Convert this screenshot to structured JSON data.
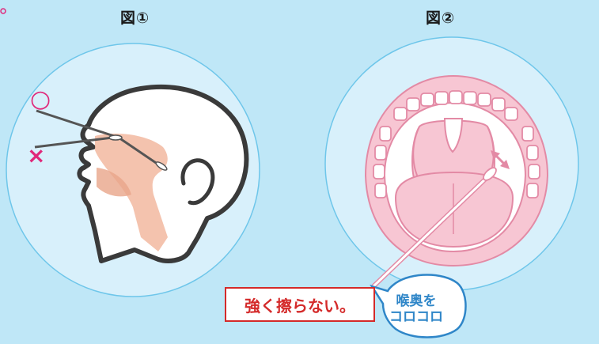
{
  "figure1": {
    "label": "図①",
    "ok_mark": "○",
    "ng_mark": "×"
  },
  "figure2": {
    "label": "図②"
  },
  "warning": {
    "text": "強く擦らない。"
  },
  "bubble": {
    "line1": "喉奥を",
    "line2": "コロコロ"
  },
  "colors": {
    "background": "#bfe7f7",
    "circle_fill": "#d8f0fb",
    "circle_stroke": "#6ec6ea",
    "nasal_tissue": "#f2b9a0",
    "mouth_pink": "#f7c6d3",
    "mouth_outline": "#e38aa5",
    "warning_red": "#d42a2a",
    "bubble_blue": "#2f86c8",
    "mark_magenta": "#e0287a"
  }
}
